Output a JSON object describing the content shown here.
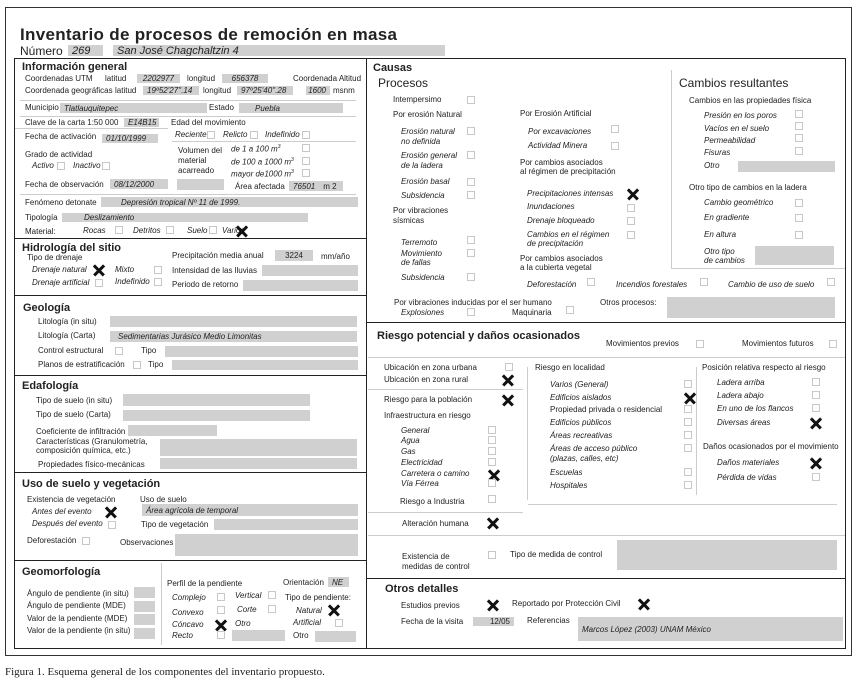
{
  "title": "Inventario de procesos de remoción en masa",
  "numero": {
    "label": "Número",
    "value": "269",
    "name": "San José Chagchaltzin 4"
  },
  "info": {
    "title": "Información general",
    "utm": "Coordenadas UTM",
    "latitud": "latitud",
    "longitud": "longitud",
    "utm_lat": "2202977",
    "utm_lon": "656378",
    "altitud_label": "Coordenada Altitud",
    "geo": "Coordenada geográficas",
    "geo_lat": "19º52'27''.14",
    "geo_lon": "97º25'40''.28",
    "altitud": "1600",
    "msnm": "msnm",
    "municipio_label": "Municipio",
    "municipio": "Tlatlauquitepec",
    "estado_label": "Estado",
    "estado": "Puebla",
    "clave_label": "Clave de la carta 1:50 000",
    "clave": "E14B15",
    "edad_label": "Edad del movimiento",
    "edad": [
      {
        "label": "Reciente",
        "checked": false
      },
      {
        "label": "Relicto",
        "checked": false
      },
      {
        "label": "Indefinido",
        "checked": false
      }
    ],
    "activacion_label": "Fecha de activación",
    "activacion": "01/10/1999",
    "grado_label": "Grado de actividad",
    "grado": [
      {
        "label": "Activo",
        "checked": false
      },
      {
        "label": "Inactivo",
        "checked": false
      }
    ],
    "volumen_label": [
      "Volumen del",
      "material",
      "acarreado"
    ],
    "volumen": [
      {
        "label": "de 1 a 100 m",
        "checked": false
      },
      {
        "label": "de 100 a 1000 m",
        "checked": false
      },
      {
        "label": "mayor de1000 m",
        "checked": false
      }
    ],
    "sup": "3",
    "observacion_label": "Fecha de observación",
    "observacion": "08/12/2000",
    "area_label": "Área afectada",
    "area": "76501",
    "area_unit": "m 2",
    "fenomeno_label": "Fenómeno detonate",
    "fenomeno": "Depresión tropical Nº 11 de 1999.",
    "tipologia_label": "Tipología",
    "tipologia": "Deslizamiento",
    "material_label": "Material:",
    "material": [
      {
        "label": "Rocas",
        "checked": false
      },
      {
        "label": "Detritos",
        "checked": false
      },
      {
        "label": "Suelo",
        "checked": false
      },
      {
        "label": "Varios",
        "checked": true
      }
    ]
  },
  "hidro": {
    "title": "Hidrología del sitio",
    "drenaje_label": "Tipo de drenaje",
    "drenaje": [
      {
        "label": "Drenaje natural",
        "checked": true
      },
      {
        "label": "Mixto",
        "checked": false
      },
      {
        "label": "Drenaje artificial",
        "checked": false
      },
      {
        "label": "Indefinido",
        "checked": false
      }
    ],
    "precip_label": "Precipitación media anual",
    "precip": "3224",
    "precip_unit": "mm/año",
    "intensidad_label": "Intensidad de las lluvias",
    "periodo_label": "Periodo de retorno"
  },
  "geo": {
    "title": "Geología",
    "lit_insitu": "Litología (in situ)",
    "lit_carta": "Litología (Carta)",
    "lit_carta_value": "Sedimentarias Jurásico Medio Limonitas",
    "control": {
      "label": "Control estructural",
      "checked": false
    },
    "planos": {
      "label": "Planos de estratificación",
      "checked": false
    },
    "tipo": "Tipo"
  },
  "edaf": {
    "title": "Edafología",
    "suelo_insitu": "Tipo de suelo (in situ)",
    "suelo_carta": "Tipo de suelo (Carta)",
    "coef": "Coeficiente de infiltración",
    "caract": [
      "Características (Granulometría,",
      "composición química, etc.)"
    ],
    "prop": "Propiedades físico-mecánicas"
  },
  "uso": {
    "title": "Uso de suelo y vegetación",
    "veg_label": "Existencia de vegetación",
    "antes": {
      "label": "Antes del evento",
      "checked": true
    },
    "despues": {
      "label": "Después del evento",
      "checked": false
    },
    "defor": {
      "label": "Deforestación",
      "checked": false
    },
    "uso_label": "Uso de suelo",
    "uso_value": "Área agrícola de temporal",
    "tipo_veg": "Tipo de vegetación",
    "obs": "Observaciones"
  },
  "geom": {
    "title": "Geomorfología",
    "rows": [
      "Ángulo de pendiente (in situ)",
      "Ángulo de pendiente (MDE)",
      "Valor de la pendiente (MDE)",
      "Valor de la pendiente (in situ)"
    ],
    "perfil_label": "Perfil de la pendiente",
    "orient_label": "Orientación",
    "orient": "NE",
    "perfil": [
      {
        "label": "Complejo",
        "checked": false
      },
      {
        "label": "Convexo",
        "checked": false
      },
      {
        "label": "Cóncavo",
        "checked": true
      },
      {
        "label": "Recto",
        "checked": false
      },
      {
        "label": "Vertical",
        "checked": false
      },
      {
        "label": "Corte",
        "checked": false
      }
    ],
    "otro": "Otro",
    "tipo_label": "Tipo de pendiente:",
    "tipo": [
      {
        "label": "Natural",
        "checked": true
      },
      {
        "label": "Artificial",
        "checked": false
      }
    ],
    "tipo_otro": "Otro"
  },
  "causas": {
    "title": "Causas",
    "procesos": "Procesos",
    "intemp": {
      "label": "Intempersimo",
      "checked": false
    },
    "nat_label": "Por erosión Natural",
    "nat": [
      {
        "label": [
          "Erosión natural",
          "no definida"
        ],
        "checked": false
      },
      {
        "label": [
          "Erosión general",
          "de la ladera"
        ],
        "checked": false
      },
      {
        "label": [
          "Erosión basal"
        ],
        "checked": false
      },
      {
        "label": [
          "Subsidencia"
        ],
        "checked": false
      }
    ],
    "sis_label": [
      "Por vibraciones",
      "sísmicas"
    ],
    "sis": [
      {
        "label": [
          "Terremoto"
        ],
        "checked": false
      },
      {
        "label": [
          "Movimiento",
          "de fallas"
        ],
        "checked": false
      },
      {
        "label": [
          "Subsidencia"
        ],
        "checked": false
      }
    ],
    "art_label": "Por Erosión Artificial",
    "art": [
      {
        "label": "Por excavaciones",
        "checked": false
      },
      {
        "label": "Actividad Minera",
        "checked": false
      }
    ],
    "prec_label": [
      "Por cambios asociados",
      "al régimen de precipitación"
    ],
    "prec": [
      {
        "label": [
          "Precipitaciones intensas"
        ],
        "checked": true
      },
      {
        "label": [
          "Inundaciones"
        ],
        "checked": false
      },
      {
        "label": [
          "Drenaje bloqueado"
        ],
        "checked": false
      },
      {
        "label": [
          "Cambios en el régimen",
          "de precipitación"
        ],
        "checked": false
      }
    ],
    "veg_label": [
      "Por cambios asociados",
      "a la cubierta vegetal"
    ],
    "veg": [
      {
        "label": "Deforestación",
        "checked": false
      },
      {
        "label": "Incendios forestales",
        "checked": false
      },
      {
        "label": "Cambio de uso de suelo",
        "checked": false
      }
    ],
    "hum_label": "Por vibraciones inducidas por el ser humano",
    "hum": [
      {
        "label": "Explosiones",
        "checked": false
      },
      {
        "label": "Maquinaria",
        "checked": false
      }
    ],
    "otros": "Otros procesos:",
    "cambios": "Cambios resultantes",
    "fis_label": "Cambios en las propiedades física",
    "fis": [
      {
        "label": "Presión en los poros",
        "checked": false
      },
      {
        "label": "Vacíos en el suelo",
        "checked": false
      },
      {
        "label": "Permeabilidad",
        "checked": false
      },
      {
        "label": "Fisuras",
        "checked": false
      }
    ],
    "fis_otro": "Otro",
    "lad_label": "Otro tipo de cambios en la ladera",
    "lad": [
      {
        "label": "Cambio geométrico",
        "checked": false
      },
      {
        "label": "En gradiente",
        "checked": false
      },
      {
        "label": "En altura",
        "checked": false
      }
    ],
    "lad_otro": [
      "Otro tipo",
      "de cambios"
    ]
  },
  "riesgo": {
    "title": "Riesgo potencial y daños ocasionados",
    "previos": {
      "label": "Movimientos previos",
      "checked": false
    },
    "futuros": {
      "label": "Movimientos futuros",
      "checked": false
    },
    "urbana": {
      "label": "Ubicación en zona urbana",
      "checked": false
    },
    "rural": {
      "label": "Ubicación en zona rural",
      "checked": true
    },
    "poblacion": {
      "label": "Riesgo para la población",
      "checked": true
    },
    "infra_label": "Infraestructura en riesgo",
    "infra": [
      {
        "label": "General",
        "checked": false
      },
      {
        "label": "Agua",
        "checked": false
      },
      {
        "label": "Gas",
        "checked": false
      },
      {
        "label": "Electricidad",
        "checked": false
      },
      {
        "label": "Carretera o camino",
        "checked": true
      },
      {
        "label": "Vía Férrea",
        "checked": false
      }
    ],
    "industria": {
      "label": "Riesgo a Industria",
      "checked": false
    },
    "alteracion": {
      "label": "Alteración humana",
      "checked": true
    },
    "medidas": {
      "label": [
        "Existencia de",
        "medidas de control"
      ],
      "checked": false
    },
    "tipo_medida": "Tipo de medida de control",
    "local_label": "Riesgo en localidad",
    "local": [
      {
        "label": [
          "Varios (General)"
        ],
        "checked": false
      },
      {
        "label": [
          "Edificios aislados"
        ],
        "checked": true
      },
      {
        "label": [
          "Propiedad privada o residencial"
        ],
        "checked": false
      },
      {
        "label": [
          "Edificios públicos"
        ],
        "checked": false
      },
      {
        "label": [
          "Áreas recreativas"
        ],
        "checked": false
      },
      {
        "label": [
          "Áreas de acceso público",
          "(plazas, calles, etc)"
        ],
        "checked": false
      },
      {
        "label": [
          "Escuelas"
        ],
        "checked": false
      },
      {
        "label": [
          "Hospitales"
        ],
        "checked": false
      }
    ],
    "pos_label": "Posición relativa respecto al riesgo",
    "pos": [
      {
        "label": "Ladera arriba",
        "checked": false
      },
      {
        "label": "Ladera abajo",
        "checked": false
      },
      {
        "label": "En uno de los flancos",
        "checked": false
      },
      {
        "label": "Diversas áreas",
        "checked": true
      }
    ],
    "danos_label": "Daños ocasionados por el movimiento",
    "danos": [
      {
        "label": "Daños materiales",
        "checked": true
      },
      {
        "label": "Pérdida de vidas",
        "checked": false
      }
    ]
  },
  "otros": {
    "title": "Otros detalles",
    "estudios": {
      "label": "Estudios previos",
      "checked": true
    },
    "reportado": {
      "label": "Reportado por Protección Civil",
      "checked": true
    },
    "fecha_label": "Fecha de la visita",
    "fecha": "12/05",
    "ref_label": "Referencias",
    "ref": "Marcos López (2003) UNAM México"
  },
  "caption": "Figura 1. Esquema general de los componentes del inventario propuesto."
}
